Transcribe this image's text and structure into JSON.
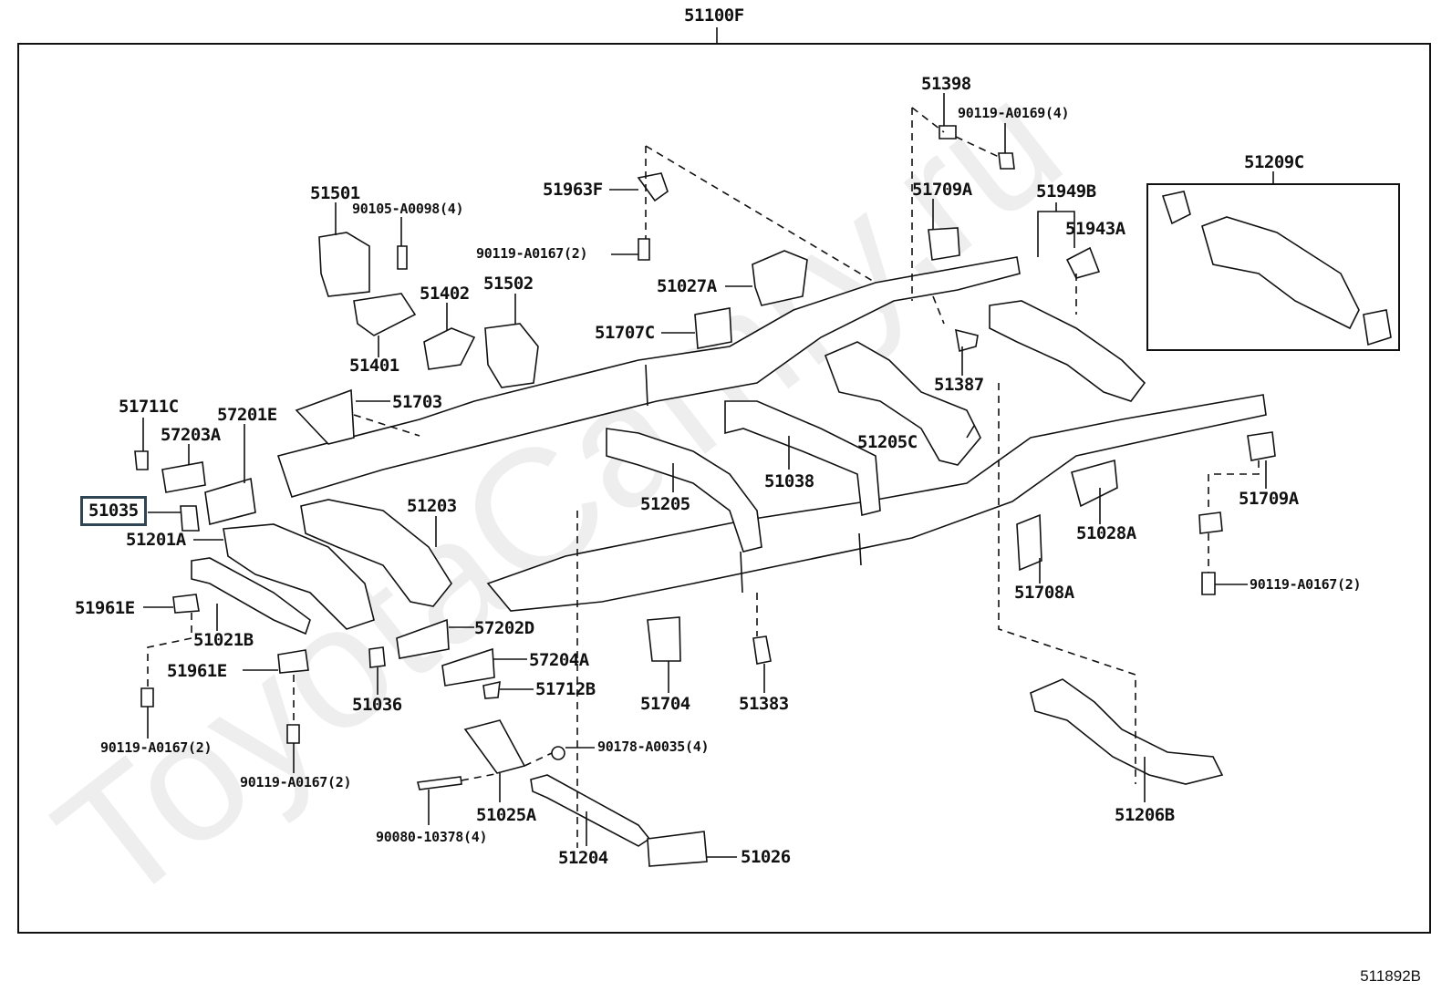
{
  "diagram": {
    "assembly_label": "51100F",
    "diagram_id": "511892B",
    "watermark": "ToyotaCamry.ru",
    "highlighted_part": "51035",
    "inset_label": "51209C"
  },
  "labels": {
    "p51100F": "51100F",
    "p51398": "51398",
    "p90119_A0169": "90119-A0169(4)",
    "p51209C": "51209C",
    "p51501": "51501",
    "p90105_A0098": "90105-A0098(4)",
    "p51963F": "51963F",
    "p90119_A0167_a": "90119-A0167(2)",
    "p51709A_a": "51709A",
    "p51949B": "51949B",
    "p51943A": "51943A",
    "p51402": "51402",
    "p51502": "51502",
    "p51027A": "51027A",
    "p51707C": "51707C",
    "p51401": "51401",
    "p51387": "51387",
    "p51711C": "51711C",
    "p51703": "51703",
    "p57201E": "57201E",
    "p57203A": "57203A",
    "p51205C": "51205C",
    "p51038": "51038",
    "p51035": "51035",
    "p51203": "51203",
    "p51205": "51205",
    "p51709A_b": "51709A",
    "p51201A": "51201A",
    "p51028A": "51028A",
    "p51961E_a": "51961E",
    "p51021B": "51021B",
    "p51708A": "51708A",
    "p90119_A0167_b": "90119-A0167(2)",
    "p57202D": "57202D",
    "p57204A": "57204A",
    "p51961E_b": "51961E",
    "p51712B": "51712B",
    "p51036": "51036",
    "p51704": "51704",
    "p51383": "51383",
    "p90119_A0167_c": "90119-A0167(2)",
    "p90178_A0035": "90178-A0035(4)",
    "p90119_A0167_d": "90119-A0167(2)",
    "p51025A": "51025A",
    "p51206B": "51206B",
    "p90080_10378": "90080-10378(4)",
    "p51204": "51204",
    "p51026": "51026"
  }
}
